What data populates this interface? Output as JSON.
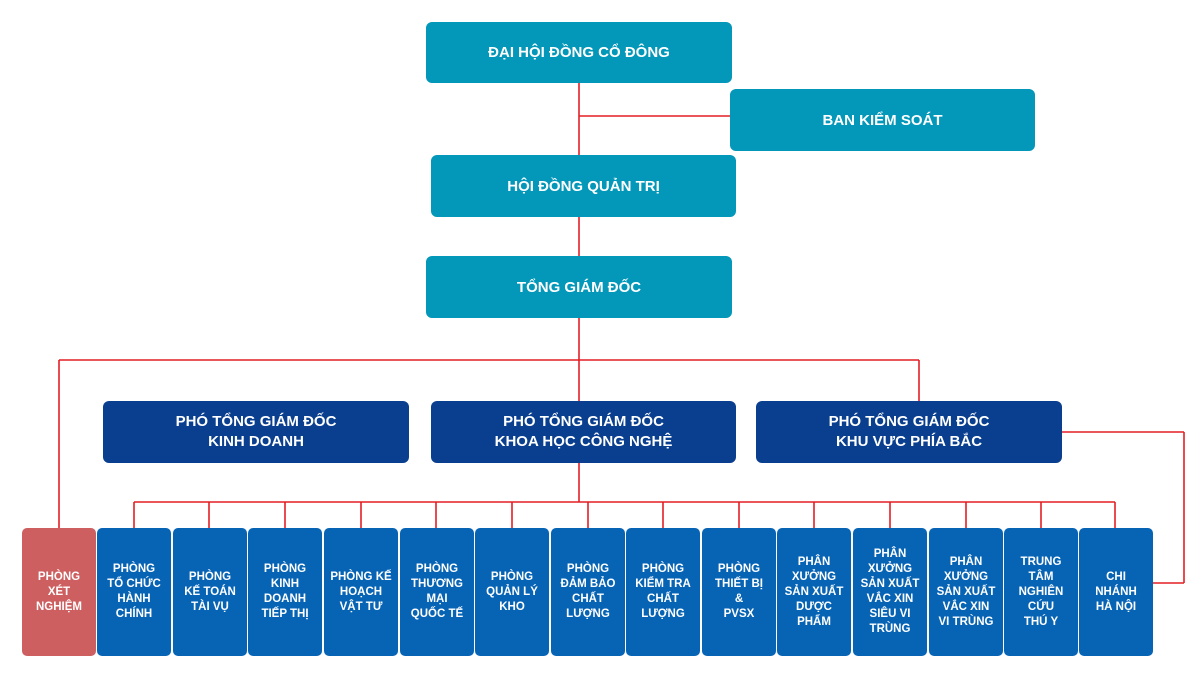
{
  "top": {
    "shareholders": "ĐẠI HỘI ĐỒNG CỔ ĐÔNG",
    "supervisory": "BAN KIỂM SOÁT",
    "board": "HỘI ĐỒNG QUẢN TRỊ",
    "ceo": "TỔNG GIÁM ĐỐC"
  },
  "vps": [
    "PHÓ TỔNG GIÁM ĐỐC\nKINH DOANH",
    "PHÓ TỔNG GIÁM ĐỐC\nKHOA HỌC CÔNG NGHỆ",
    "PHÓ TỔNG GIÁM ĐỐC\nKHU VỰC PHÍA BẮC"
  ],
  "departments": [
    "PHÒNG\nXÉT\nNGHIỆM",
    "PHÒNG\nTỔ CHỨC\nHÀNH\nCHÍNH",
    "PHÒNG\nKẾ TOÁN\nTÀI VỤ",
    "PHÒNG\nKINH\nDOANH\nTIẾP THỊ",
    "PHÒNG KẾ\nHOẠCH\nVẬT TƯ",
    "PHÒNG\nTHƯƠNG\nMẠI\nQUỐC TẾ",
    "PHÒNG\nQUẢN LÝ\nKHO",
    "PHÒNG\nĐẢM BẢO\nCHẤT\nLƯỢNG",
    "PHÒNG\nKIỂM TRA\nCHẤT\nLƯỢNG",
    "PHÒNG\nTHIẾT BỊ\n&\nPVSX",
    "PHÂN\nXƯỞNG\nSẢN XUẤT\nDƯỢC\nPHẨM",
    "PHÂN\nXƯỞNG\nSẢN XUẤT\nVẮC XIN\nSIÊU VI\nTRÙNG",
    "PHÂN\nXƯỞNG\nSẢN XUẤT\nVẮC XIN\nVI TRÙNG",
    "TRUNG\nTÂM\nNGHIÊN\nCỨU\nTHÚ Y",
    "CHI\nNHÁNH\nHÀ NỘI"
  ],
  "colors": {
    "connector": "#e31e24",
    "top_level": "#0397b9",
    "vice_director": "#0a3f8f",
    "department": "#0764b5",
    "lab_department": "#cd5f60"
  }
}
